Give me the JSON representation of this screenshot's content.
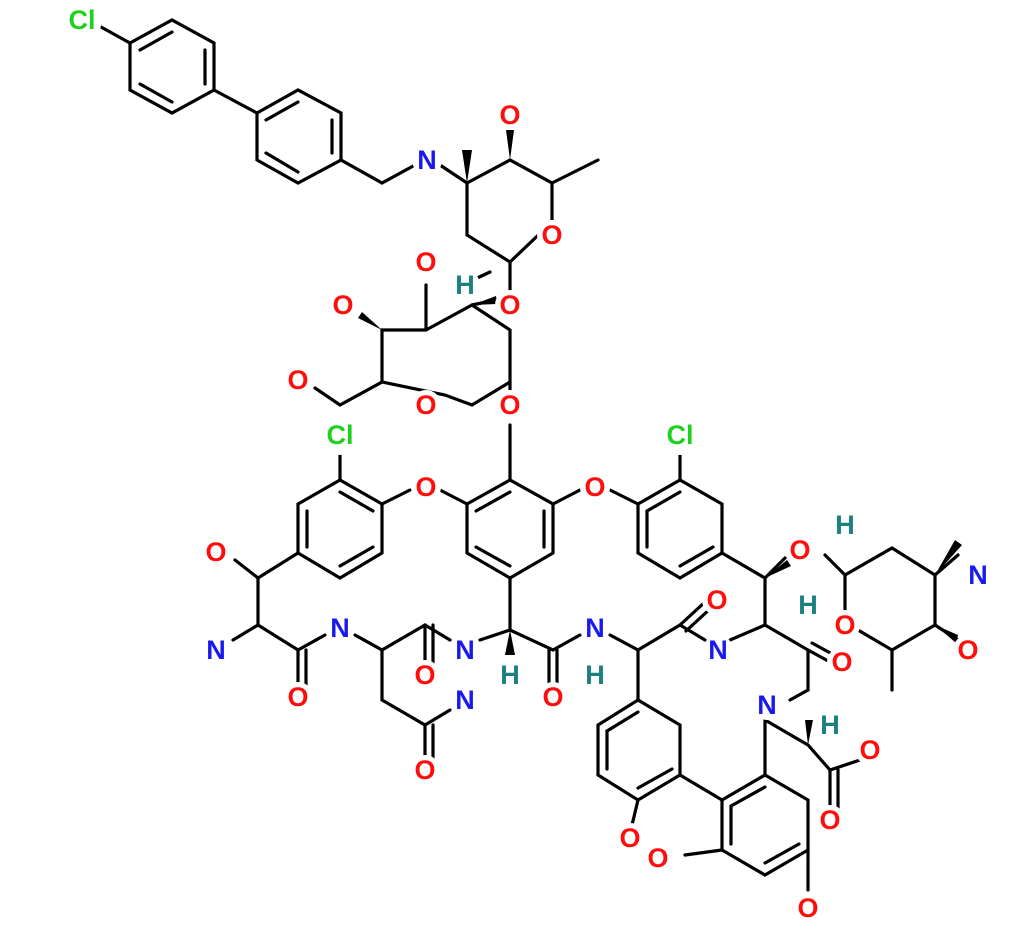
{
  "colors": {
    "O": "#ff0d0d",
    "N": "#1a1aee",
    "Cl": "#1fd01f",
    "H": "#1a8080",
    "bond": "#000000"
  },
  "atoms": {
    "cl_top": "Cl",
    "n_top": "N",
    "o_sugar1_oh": "O",
    "o_sugar1_ring": "O",
    "h_sugar1": "H",
    "o_link1": "O",
    "o_glc_oh_top": "O",
    "o_glc_oh_left": "O",
    "o_glc_ch2o": "O",
    "o_glc_ring": "O",
    "o_link2": "O",
    "cl_left": "Cl",
    "cl_right": "Cl",
    "o_ether_left": "O",
    "o_ether_right": "O",
    "o_left_oh": "O",
    "n_left_amine": "N",
    "n_amide1": "N",
    "o_amide1": "O",
    "o_amide2": "O",
    "n_amide2": "N",
    "h_amide2": "H",
    "n_amide3": "N",
    "h_amide3": "H",
    "o_amide3": "O",
    "n_asn": "N",
    "o_asn": "O",
    "o_amide4": "O",
    "n_amide4": "N",
    "o_sugar2_link": "O",
    "h_sugar2_anomer": "H",
    "o_sugar2_ring": "O",
    "n_sugar2": "N",
    "o_sugar2_oh": "O",
    "h_ch": "H",
    "o_amide5": "O",
    "n_amide5": "N",
    "h_ch2": "H",
    "o_acid1": "O",
    "o_acid2": "O",
    "o_bottom1": "O",
    "o_bottom2": "O",
    "o_bottom3": "O"
  }
}
